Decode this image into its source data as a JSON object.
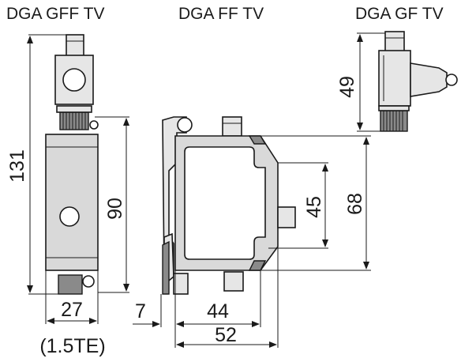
{
  "titles": {
    "left": "DGA GFF TV",
    "middle": "DGA FF TV",
    "right": "DGA GF TV"
  },
  "dimensions": {
    "total_height": "131",
    "body_height": "90",
    "width_left": "27",
    "width_left_te": "(1.5TE)",
    "rail_offset": "7",
    "inner_width": "44",
    "overall_width": "52",
    "inner_height": "45",
    "right_height": "68",
    "top_part_height": "49"
  },
  "colors": {
    "line": "#1a1a1a",
    "body_fill": "#d9d9d9",
    "part_fill": "#e6e6e6"
  }
}
